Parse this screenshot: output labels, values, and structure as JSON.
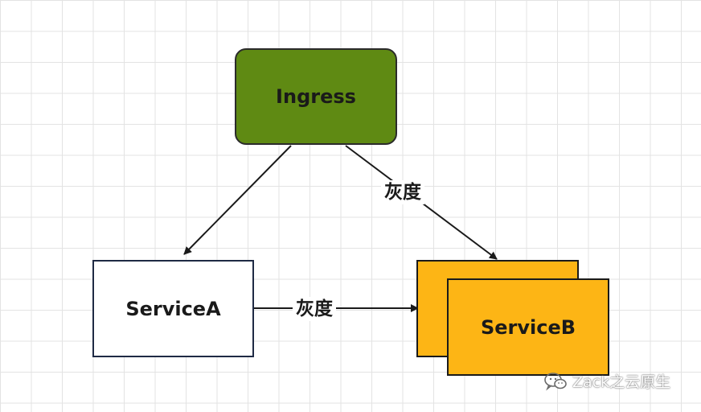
{
  "nodes": {
    "ingress": "Ingress",
    "service_a": "ServiceA",
    "service_b": "ServiceB"
  },
  "edges": {
    "ingress_to_service_b_label": "灰度",
    "service_a_to_service_b_label": "灰度"
  },
  "watermark": {
    "text": "Zack之云原生",
    "icon": "wechat-icon"
  },
  "colors": {
    "ingress_fill": "#5f8a13",
    "service_b_fill": "#fdb515",
    "service_a_fill": "#ffffff",
    "line": "#1a1a1a"
  }
}
